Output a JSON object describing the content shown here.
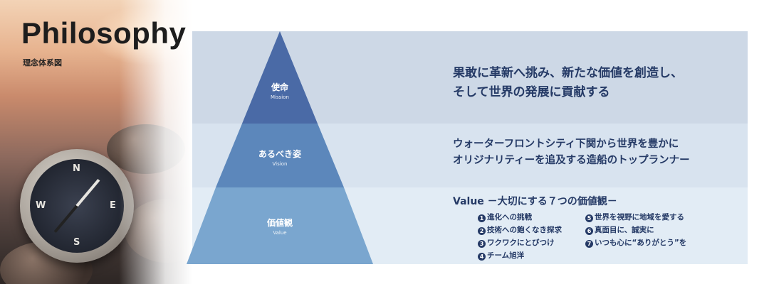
{
  "header": {
    "title": "Philosophy",
    "subtitle": "理念体系図"
  },
  "pyramid": {
    "mission": {
      "label": "使命",
      "label_en": "Mission"
    },
    "vision": {
      "label": "あるべき姿",
      "label_en": "Vision"
    },
    "value": {
      "label": "価値観",
      "label_en": "Value"
    }
  },
  "mission_text": {
    "line1": "果敢に革新へ挑み、新たな価値を創造し、",
    "line2": "そして世界の発展に貢献する"
  },
  "vision_text": {
    "line1": "ウォーターフロントシティ下関から世界を豊かに",
    "line2": "オリジナリティーを追及する造船のトップランナー"
  },
  "value_section": {
    "heading": "Value －大切にする７つの価値観－",
    "items": [
      {
        "num": "1",
        "text": "進化への挑戦"
      },
      {
        "num": "2",
        "text": "技術への飽くなき探求"
      },
      {
        "num": "3",
        "text": "ワクワクにとびつけ"
      },
      {
        "num": "4",
        "text": "チーム旭洋"
      },
      {
        "num": "5",
        "text": "世界を視野に地域を愛する"
      },
      {
        "num": "6",
        "text": "真面目に、誠実に"
      },
      {
        "num": "7",
        "text": "いつも心に“ありがとう”を"
      }
    ]
  },
  "compass": {
    "n": "N",
    "e": "E",
    "s": "S",
    "w": "W"
  },
  "colors": {
    "tier1": "#4a6aa6",
    "tier2": "#5c87bb",
    "tier3": "#7aa6cf",
    "text": "#253a66"
  }
}
